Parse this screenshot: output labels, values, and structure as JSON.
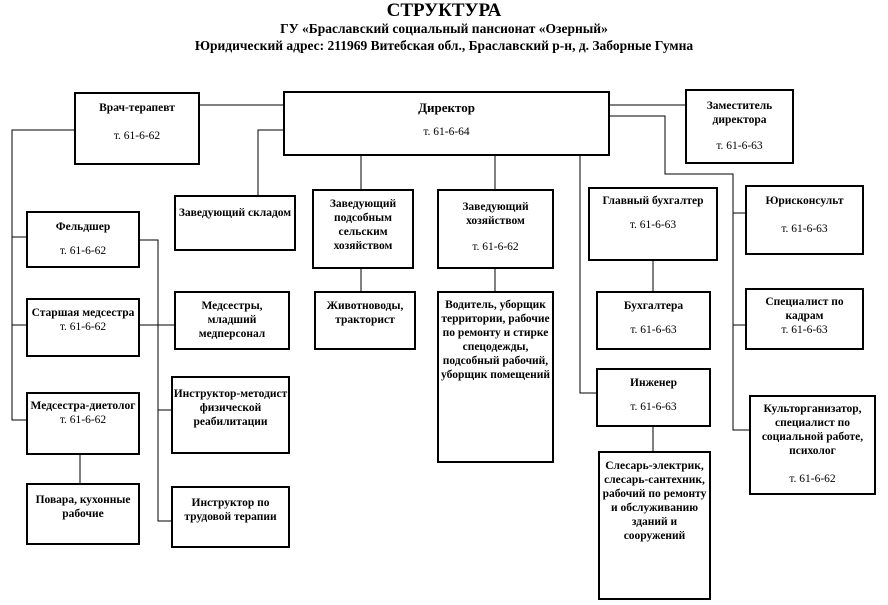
{
  "header": {
    "title": "СТРУКТУРА",
    "org": "ГУ «Браславский социальный пансионат «Озерный»",
    "address": "Юридический адрес: 211969 Витебская обл., Браславский р-н, д. Заборные Гумна"
  },
  "boxes": {
    "director": {
      "name": "Директор",
      "phone": "т. 61-6-64"
    },
    "therapist": {
      "name": "Врач-терапевт",
      "phone": "т. 61-6-62"
    },
    "deputy": {
      "name": "Заместитель директора",
      "phone": "т. 61-6-63"
    },
    "feldsher": {
      "name": "Фельдшер",
      "phone": "т. 61-6-62"
    },
    "senior_nurse": {
      "name": "Старшая медсестра",
      "phone": "т. 61-6-62"
    },
    "dietitian": {
      "name": "Медсестра-диетолог",
      "phone": "т. 61-6-62"
    },
    "cooks": {
      "name": "Повара, кухонные рабочие"
    },
    "warehouse": {
      "name": "Заведующий складом"
    },
    "nurses": {
      "name": "Медсестры, младший медперсонал"
    },
    "instructor_rehab": {
      "name": "Инструктор-методист физической реабилитации"
    },
    "instructor_labor": {
      "name": "Инструктор по трудовой терапии"
    },
    "farm_head": {
      "name": "Заведующий подсобным сельским хозяйством"
    },
    "livestock": {
      "name": "Животноводы, тракторист"
    },
    "household_head": {
      "name": "Заведующий хозяйством",
      "phone": "т. 61-6-62"
    },
    "drivers": {
      "name": "Водитель, уборщик территории, рабочие по ремонту и стирке спецодежды, подсобный рабочий, уборщик помещений"
    },
    "chief_accountant": {
      "name": "Главный бухгалтер",
      "phone": "т. 61-6-63"
    },
    "accountants": {
      "name": "Бухгалтера",
      "phone": "т. 61-6-63"
    },
    "engineer": {
      "name": "Инженер",
      "phone": "т. 61-6-63"
    },
    "electricians": {
      "name": "Слесарь-электрик, слесарь-сантехник, рабочий по ремонту и обслуживанию зданий и сооружений"
    },
    "lawyer": {
      "name": "Юрисконсульт",
      "phone": "т. 61-6-63"
    },
    "hr": {
      "name": "Специалист по кадрам",
      "phone": "т. 61-6-63"
    },
    "culture": {
      "name": "Культорганизатор, специалист по социальной работе, психолог",
      "phone": "т. 61-6-62"
    }
  }
}
